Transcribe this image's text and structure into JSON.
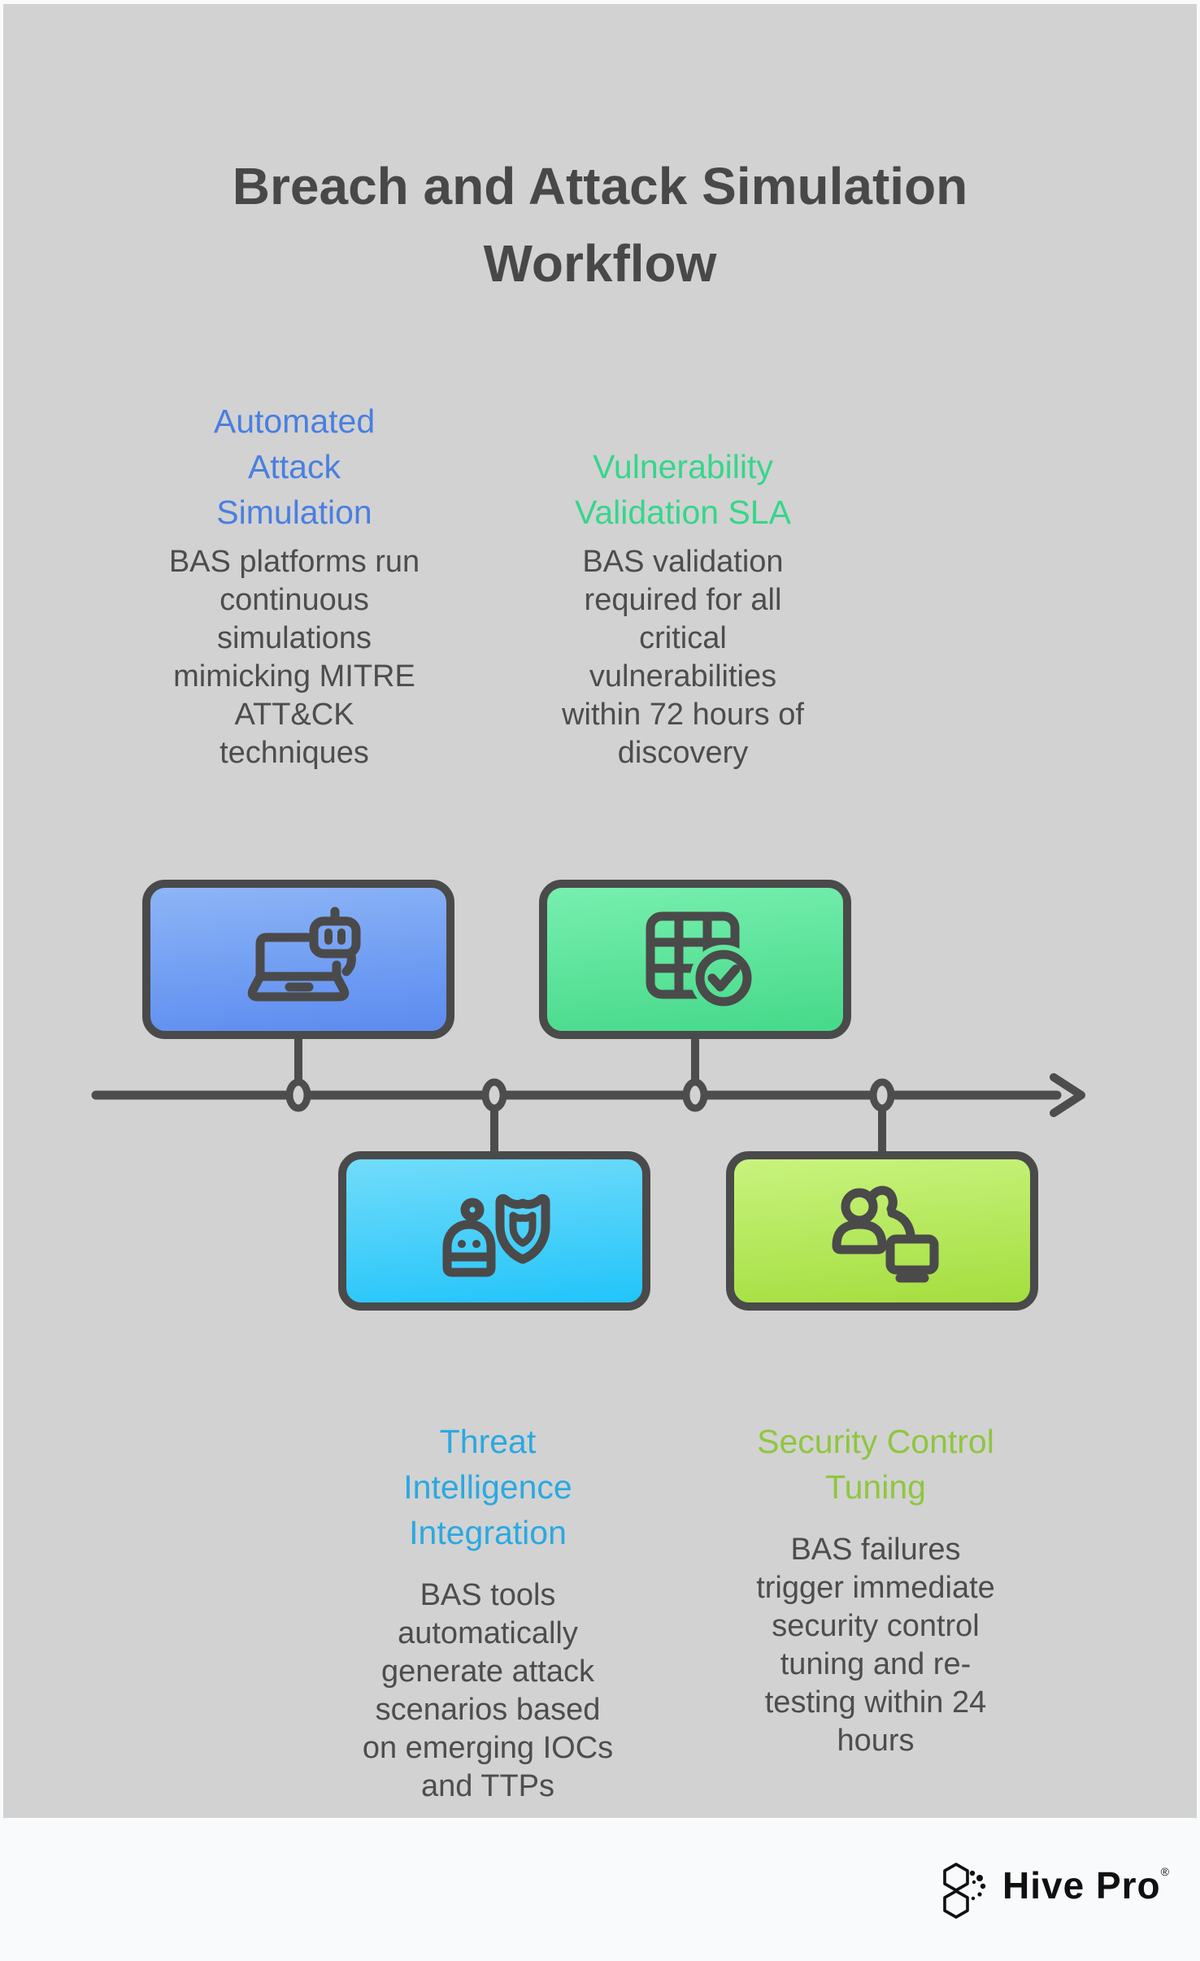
{
  "canvas": {
    "background": "#d2d2d2",
    "page_background": "#f8fafb",
    "stroke_color": "#4a4a4a"
  },
  "title": {
    "text": "Breach and Attack Simulation\nWorkflow",
    "color": "#484848"
  },
  "stages": [
    {
      "heading": "Automated\nAttack\nSimulation",
      "heading_color": "#4a7fe0",
      "body": "BAS platforms run\ncontinuous\nsimulations\nmimicking MITRE\nATT&CK\ntechniques",
      "icon": "laptop-robot-icon",
      "card_gradient": [
        "#8db5f6",
        "#5b8bf0"
      ]
    },
    {
      "heading": "Vulnerability\nValidation SLA",
      "heading_color": "#36d68b",
      "body": "BAS validation\nrequired for all\ncritical\nvulnerabilities\nwithin 72 hours of\ndiscovery",
      "icon": "table-check-icon",
      "card_gradient": [
        "#77efae",
        "#46d98a"
      ]
    },
    {
      "heading": "Threat\nIntelligence\nIntegration",
      "heading_color": "#2aa9e0",
      "body": "BAS tools\nautomatically\ngenerate attack\nscenarios based\non emerging IOCs\nand TTPs",
      "icon": "robot-shield-icon",
      "card_gradient": [
        "#72dcfa",
        "#22c4fa"
      ]
    },
    {
      "heading": "Security Control\nTuning",
      "heading_color": "#8fc63f",
      "body": "BAS failures\ntrigger immediate\nsecurity control\ntuning and re-\ntesting within 24\nhours",
      "icon": "team-monitor-icon",
      "card_gradient": [
        "#c8f37e",
        "#a4de3e"
      ]
    }
  ],
  "timeline": {
    "color": "#4d4d4d",
    "marker_fill": "#d2d2d2",
    "marker_count": 4
  },
  "footer": {
    "logo_text": "Hive Pro",
    "registered_mark": "®"
  }
}
